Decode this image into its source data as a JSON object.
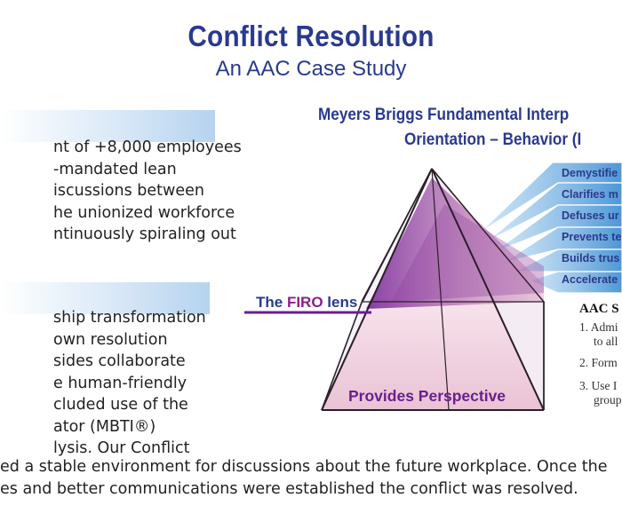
{
  "header": {
    "title": "Conflict Resolution",
    "subtitle": "An AAC Case Study"
  },
  "left_section_1": {
    "lines": [
      "nt of +8,000 employees",
      "-mandated lean",
      "iscussions between",
      "he unionized workforce",
      "ntinuously spiraling out"
    ]
  },
  "left_section_2": {
    "lines": [
      "ship transformation",
      "own resolution",
      "sides collaborate",
      "e human-friendly",
      "cluded use of the",
      "ator (MBTI®)",
      "lysis. Our Conflict"
    ]
  },
  "bottom_text": {
    "lines": [
      "ed a stable environment for discussions about the future workplace. Once the",
      "es and better communications were established the conflict was resolved."
    ]
  },
  "diagram": {
    "title_line1": "Meyers Briggs Fundamental Interp",
    "title_line2": "Orientation – Behavior (I",
    "benefits": [
      "Demystifie",
      "Clarifies m",
      "Defuses ur",
      "Prevents te",
      "Builds trus",
      "Accelerate"
    ],
    "firo_prefix": "The ",
    "firo_accent": "FIRO",
    "firo_suffix": " lens",
    "pyramid_label": "Provides Perspective",
    "colors": {
      "title_blue": "#2a3a8c",
      "ray_blue": "#5aa3dd",
      "pyramid_pink": "#f3d6e2",
      "purple": "#6a1f8f"
    }
  },
  "aac_steps": {
    "heading": "AAC S",
    "step1_line1": "1. Admi",
    "step1_line2": "to all",
    "step2": "2. Form",
    "step3_line1": "3. Use I",
    "step3_line2": "group"
  }
}
